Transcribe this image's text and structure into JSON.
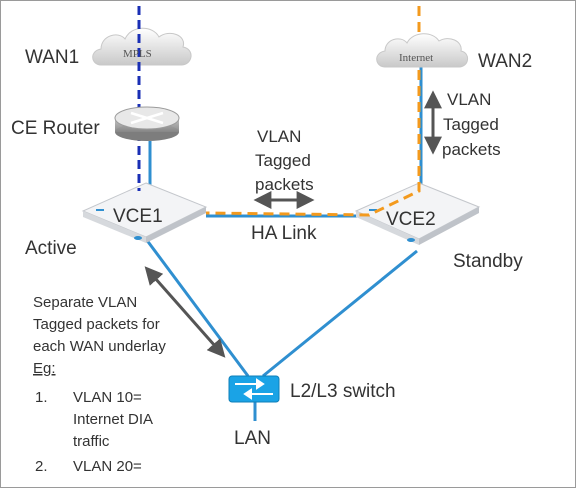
{
  "labels": {
    "wan1": "WAN1",
    "wan2": "WAN2",
    "mpls": "MPLS",
    "internet": "Internet",
    "ce_router": "CE Router",
    "vce1": "VCE1",
    "vce2": "VCE2",
    "active": "Active",
    "standby": "Standby",
    "ha_link": "HA Link",
    "switch": "L2/L3 switch",
    "lan": "LAN"
  },
  "vlan_tagged_center": [
    "VLAN",
    "Tagged",
    "packets"
  ],
  "vlan_tagged_right": [
    "VLAN",
    "Tagged",
    "packets"
  ],
  "note": {
    "lines": [
      "Separate VLAN",
      "Tagged packets for",
      "each WAN underlay"
    ],
    "eg": "Eg:",
    "items": [
      {
        "num": "1.",
        "lines": [
          "VLAN 10=",
          "Internet DIA",
          "traffic"
        ]
      },
      {
        "num": "2.",
        "lines": [
          "VLAN 20="
        ]
      }
    ]
  },
  "colors": {
    "link_blue": "#2f8fd0",
    "mpls_dash": "#1a2fb5",
    "internet_dash": "#f39a1e",
    "arrow": "#555555",
    "text": "#333333"
  }
}
